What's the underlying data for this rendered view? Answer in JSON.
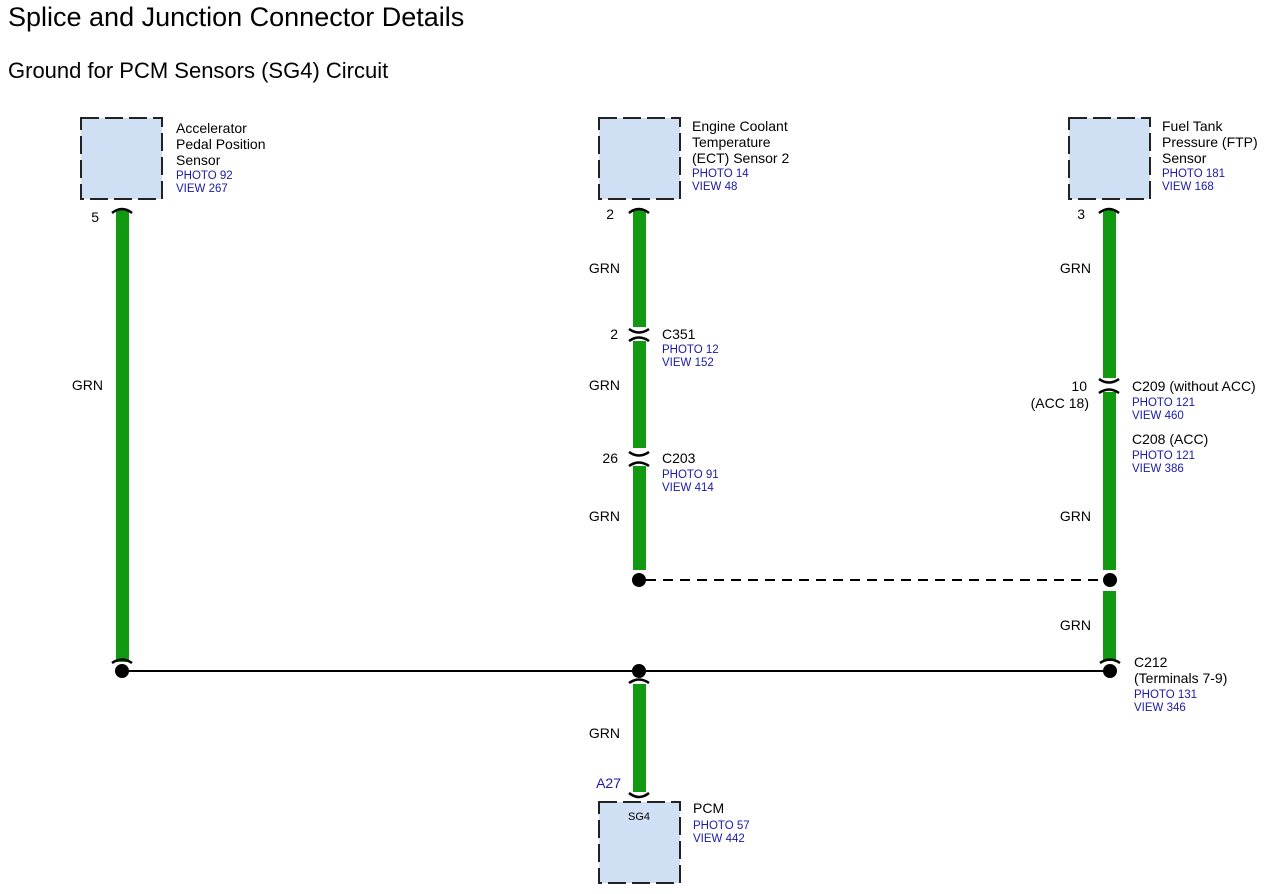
{
  "title": "Splice and Junction Connector Details",
  "subtitle": "Ground for PCM Sensors (SG4) Circuit",
  "colors": {
    "wire_green": "#119911",
    "component_fill": "#cfe0f4",
    "link_blue": "#1a1aa6"
  },
  "components": {
    "app": {
      "name_lines": [
        "Accelerator",
        "Pedal Position",
        "Sensor"
      ],
      "photo": "PHOTO 92",
      "view": "VIEW 267",
      "pin": "5"
    },
    "ect": {
      "name_lines": [
        "Engine Coolant",
        "Temperature",
        "(ECT) Sensor 2"
      ],
      "photo": "PHOTO 14",
      "view": "VIEW 48",
      "pin": "2"
    },
    "ftp": {
      "name_lines": [
        "Fuel Tank",
        "Pressure (FTP)",
        "Sensor"
      ],
      "photo": "PHOTO 181",
      "view": "VIEW 168",
      "pin": "3"
    },
    "pcm": {
      "name": "PCM",
      "photo": "PHOTO 57",
      "view": "VIEW 442",
      "pin": "A27",
      "terminal": "SG4"
    }
  },
  "connectors": {
    "c351": {
      "name": "C351",
      "pin": "2",
      "photo": "PHOTO 12",
      "view": "VIEW 152"
    },
    "c203": {
      "name": "C203",
      "pin": "26",
      "photo": "PHOTO 91",
      "view": "VIEW 414"
    },
    "c209": {
      "name": "C209 (without ACC)",
      "pin": "10",
      "alt_pin": "(ACC 18)",
      "photo": "PHOTO 121",
      "view": "VIEW 460"
    },
    "c208": {
      "name": "C208 (ACC)",
      "photo": "PHOTO 121",
      "view": "VIEW 386"
    },
    "c212": {
      "name": "C212",
      "sub": "(Terminals 7-9)",
      "photo": "PHOTO 131",
      "view": "VIEW 346"
    }
  },
  "wire_color": "GRN"
}
